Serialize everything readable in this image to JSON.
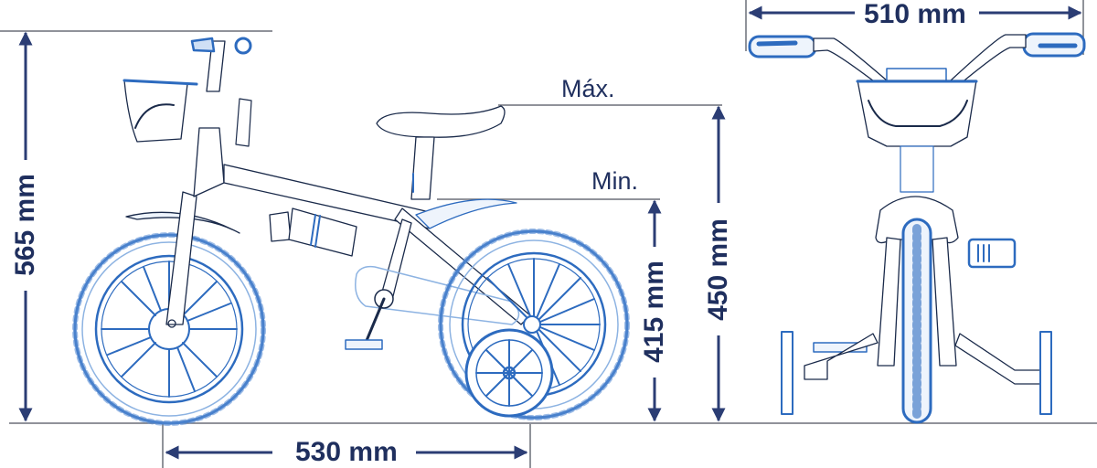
{
  "diagram": {
    "title": "Kids bicycle dimensions",
    "colors": {
      "dimension": "#2b3d74",
      "text": "#1f2f5e",
      "drawing": "#2d6bbf",
      "drawing_light": "#8db3e2",
      "outline": "#1a2a4a",
      "reference_line": "#6b6f78"
    },
    "dimensions": {
      "total_height": {
        "label": "565 mm",
        "value": 565,
        "unit": "mm",
        "orientation": "vertical"
      },
      "wheelbase": {
        "label": "530 mm",
        "value": 530,
        "unit": "mm",
        "orientation": "horizontal"
      },
      "seat_min": {
        "label": "415 mm",
        "value": 415,
        "unit": "mm",
        "orientation": "vertical"
      },
      "seat_max": {
        "label": "450 mm",
        "value": 450,
        "unit": "mm",
        "orientation": "vertical"
      },
      "handlebar_width": {
        "label": "510 mm",
        "value": 510,
        "unit": "mm",
        "orientation": "horizontal"
      }
    },
    "seat_positions": {
      "max_label": "Máx.",
      "min_label": "Min."
    },
    "views": [
      {
        "name": "side-view",
        "components": [
          "front wheel",
          "rear wheel",
          "training wheel",
          "front basket",
          "handlebar with bell",
          "seat",
          "water bottle",
          "chain guard",
          "pedal",
          "front fender",
          "rear fender"
        ]
      },
      {
        "name": "front-view",
        "components": [
          "handlebar",
          "grips",
          "basket",
          "front wheel",
          "pedal",
          "training wheels"
        ]
      }
    ]
  }
}
